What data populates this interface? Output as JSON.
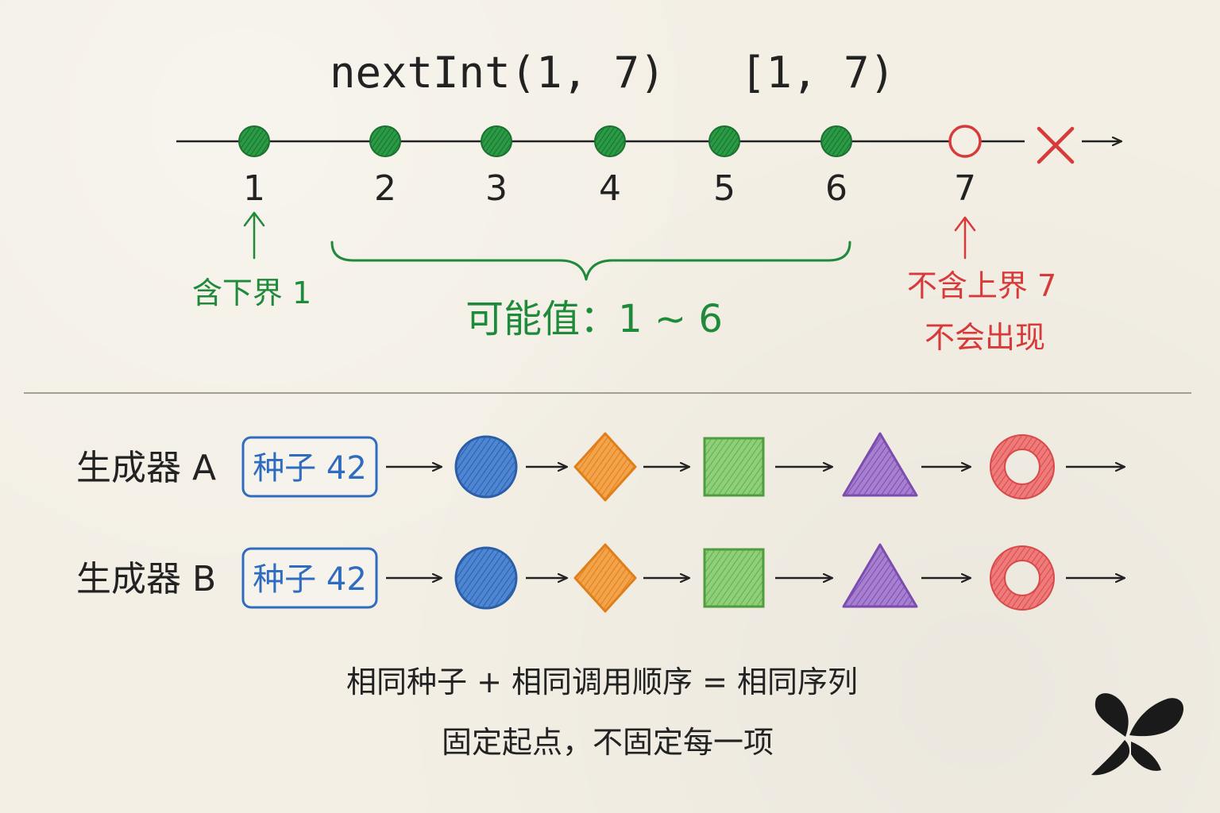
{
  "title": {
    "call": "nextInt(1, 7)",
    "interval": "[1, 7)"
  },
  "number_line": {
    "points": [
      {
        "label": "1",
        "included": true
      },
      {
        "label": "2",
        "included": true
      },
      {
        "label": "3",
        "included": true
      },
      {
        "label": "4",
        "included": true
      },
      {
        "label": "5",
        "included": true
      },
      {
        "label": "6",
        "included": true
      },
      {
        "label": "7",
        "included": false
      }
    ],
    "lower_bound_note": "含下界 1",
    "range_note": "可能值：1 ~ 6",
    "upper_bound_note_line1": "不含上界 7",
    "upper_bound_note_line2": "不会出现"
  },
  "generators": [
    {
      "name": "生成器 A",
      "seed": "种子 42"
    },
    {
      "name": "生成器 B",
      "seed": "种子 42"
    }
  ],
  "sequence_shapes": [
    "circle",
    "diamond",
    "square",
    "triangle",
    "ring"
  ],
  "footer": {
    "line1": "相同种子 + 相同调用顺序 = 相同序列",
    "line2": "固定起点，不固定每一项"
  },
  "colors": {
    "green": "#1f8a3a",
    "red": "#d83a3a",
    "blue": "#2f6cc0",
    "orange": "#ef8a22",
    "light_green": "#6dbb5a",
    "purple": "#8b58b8",
    "ink": "#222222"
  },
  "icons": {
    "logo": "butterfly-icon",
    "excluded": "cross-icon"
  }
}
